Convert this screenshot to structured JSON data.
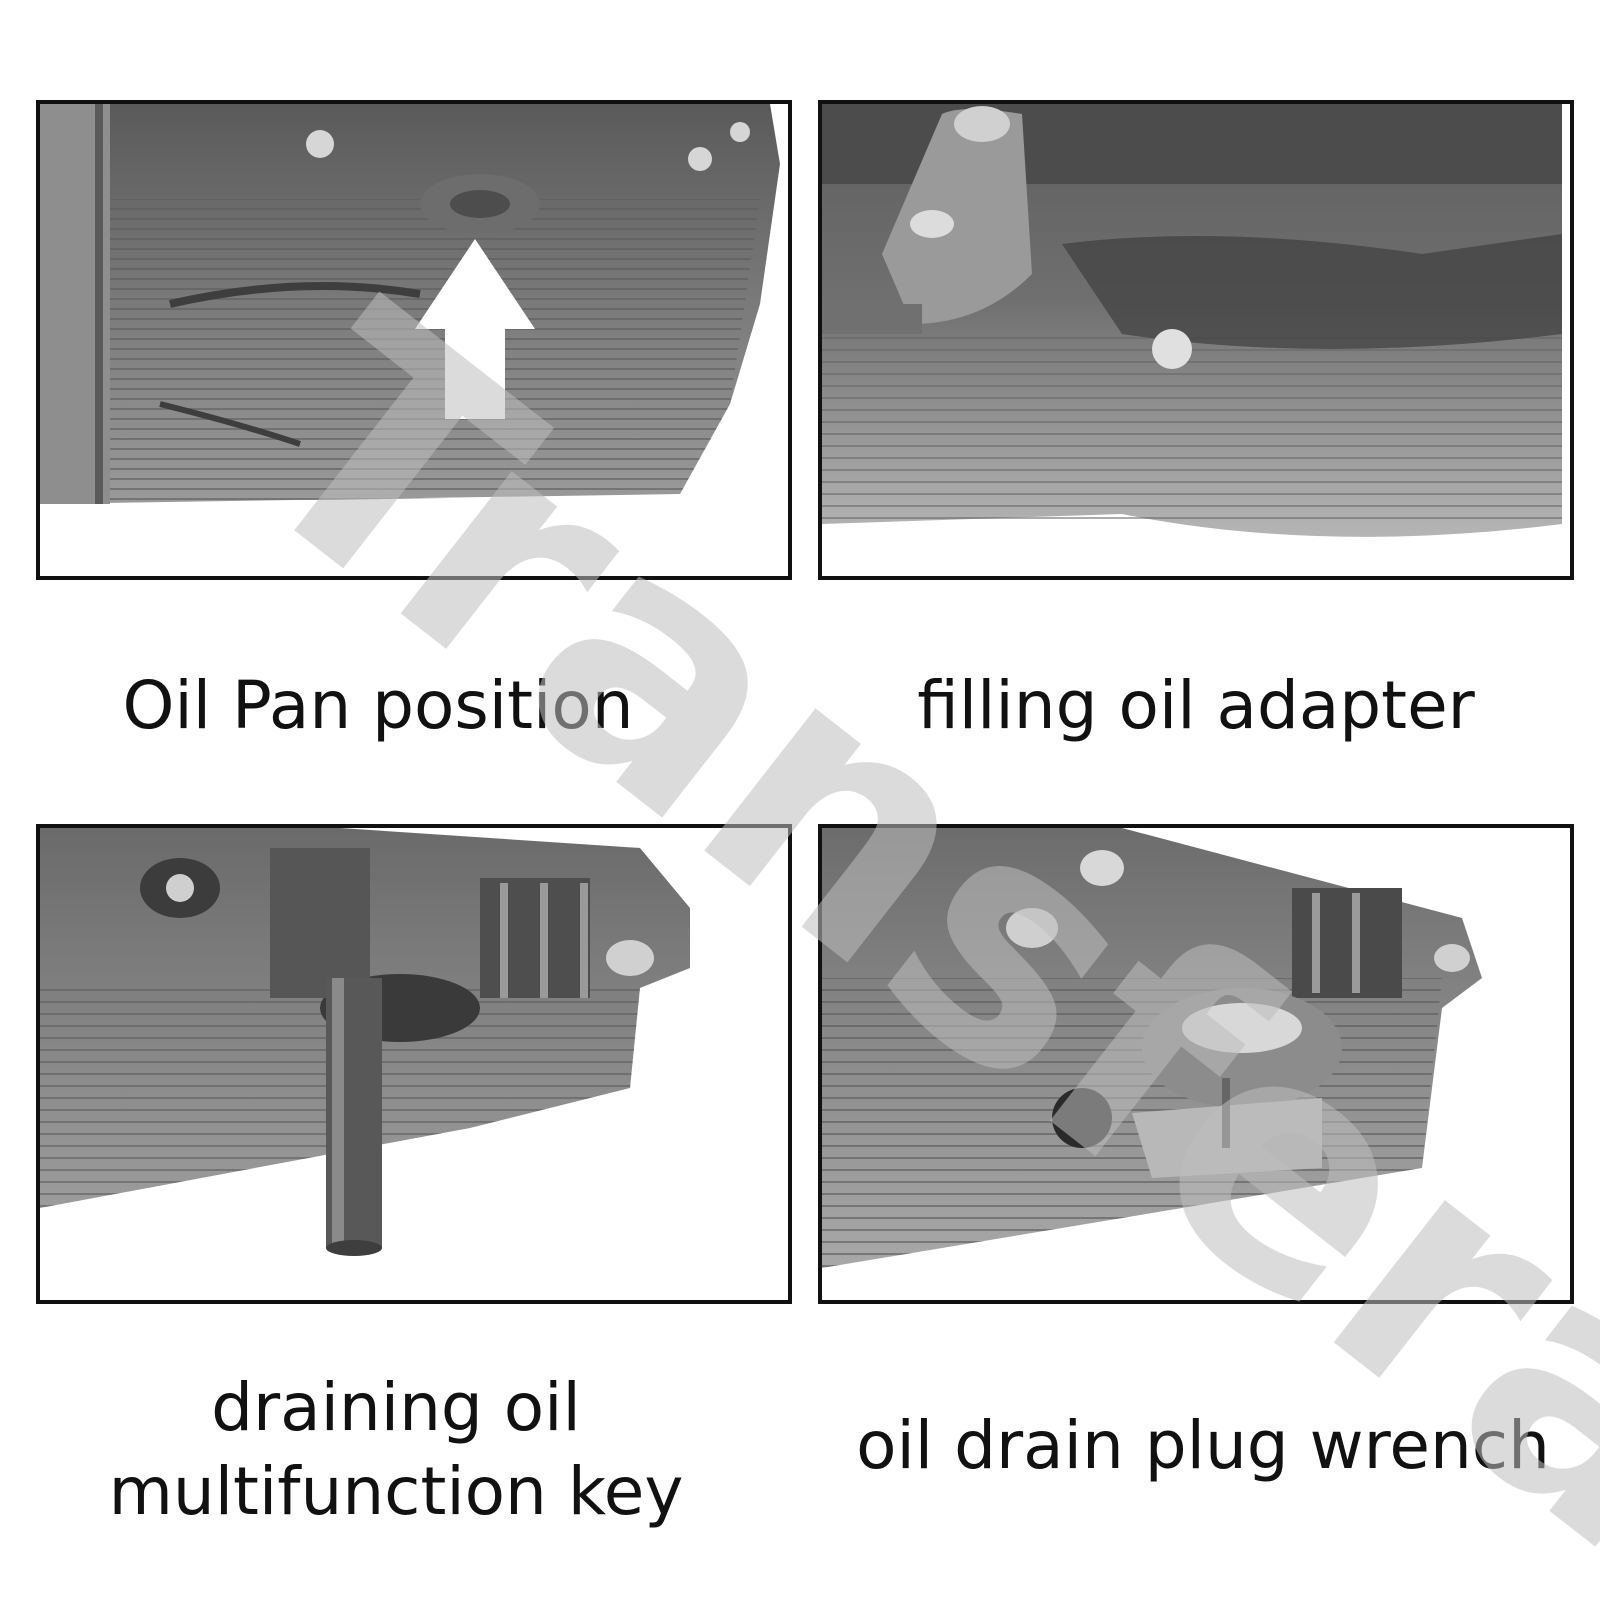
{
  "panels": [
    {
      "id": "panel-tl",
      "caption_lines": [
        "Oil Pan position"
      ],
      "icon": "upward-arrow-icon"
    },
    {
      "id": "panel-tr",
      "caption_lines": [
        "filling oil adapter"
      ]
    },
    {
      "id": "panel-bl",
      "caption_lines": [
        "draining oil",
        "multifunction key"
      ]
    },
    {
      "id": "panel-br",
      "caption_lines": [
        "oil drain plug wrench"
      ]
    }
  ],
  "watermark": {
    "text": "Transfera"
  },
  "colors": {
    "metal_dark": "#4a4a4a",
    "metal_mid": "#8a8a8a",
    "metal_light": "#c8c8c8",
    "border": "#111111",
    "watermark": "#bdbdbd"
  }
}
